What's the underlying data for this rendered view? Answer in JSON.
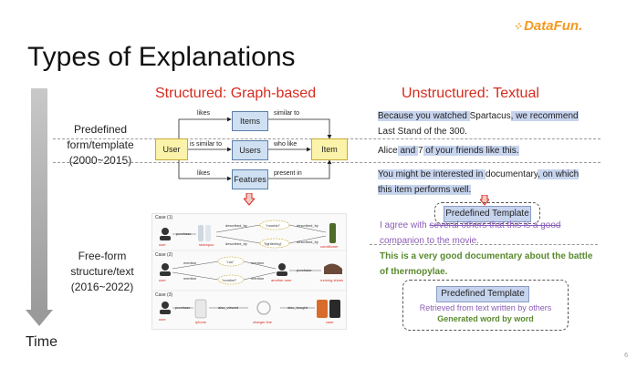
{
  "logo": {
    "text": "DataFun."
  },
  "title": "Types of Explanations",
  "columns": {
    "structured": "Structured: Graph-based",
    "unstructured": "Unstructured: Textual"
  },
  "eras": {
    "predefined": [
      "Predefined",
      "form/template",
      "(2000~2015)"
    ],
    "freeform": [
      "Free-form",
      "structure/text",
      "(2016~2022)"
    ]
  },
  "time_label": "Time",
  "graph": {
    "user": "User",
    "items": "Items",
    "users": "Users",
    "features": "Features",
    "item": "Item",
    "edges": {
      "likes_top": "likes",
      "similar_to": "similar to",
      "is_similar_to": "is similar to",
      "who_like": "who like",
      "likes_bottom": "likes",
      "present_in": "present in"
    }
  },
  "cases": {
    "case1": {
      "label": "Case (1)",
      "user": "user",
      "purchase": "purchase",
      "item1": "shampoo",
      "described_by_1": "described_by",
      "described_by_2": "described_by",
      "attr1": "\"nourish\"",
      "attr2": "\"lightening\"",
      "described_by_3": "described_by",
      "described_by_4": "described_by",
      "item2": "conditioner"
    },
    "case2": {
      "label": "Case (2)",
      "user": "user",
      "mention_1": "mention",
      "mention_2": "mention",
      "attr1": "\"run\"",
      "attr2": "\"comfort\"",
      "mention_3": "mention",
      "mention_4": "mention",
      "other_user": "another user",
      "purchase": "purchase",
      "item": "running shoes"
    },
    "case3": {
      "label": "Case (3)",
      "user": "user",
      "purchase": "purchase",
      "item1": "iphone",
      "also_viewed": "also_viewed",
      "item2": "charger line",
      "also_bought": "also_bought",
      "item3": "case"
    }
  },
  "textual": {
    "row1": {
      "p1": "Because you watched ",
      "p2": "Spartacus",
      "p3": ", we recommend",
      "p4": "Last Stand of the 300."
    },
    "row2": {
      "p1": "Alice",
      "p2": " and ",
      "p3": "7",
      "p4": " of your friends like this."
    },
    "row3": {
      "p1": "You might be interested in ",
      "p2": "documentary",
      "p3": ", on which",
      "p4": "this item performs well."
    },
    "template_label": "Predefined Template",
    "purple_text": {
      "p1": "I agree with ",
      "p2": "several others that this is a good",
      "p3": "companion to the movie."
    },
    "green_text": [
      "This is a very good documentary about the battle",
      "of thermopylae."
    ],
    "box_template_label": "Predefined Template",
    "retrieved": "Retrieved from text written by others",
    "generated": "Generated word by word"
  },
  "page_number": "6",
  "colors": {
    "accent_red": "#d62b1f",
    "highlight": "#c7d4ee",
    "purple": "#8a5db5",
    "green": "#5a8a2e",
    "logo": "#f39a1f"
  }
}
